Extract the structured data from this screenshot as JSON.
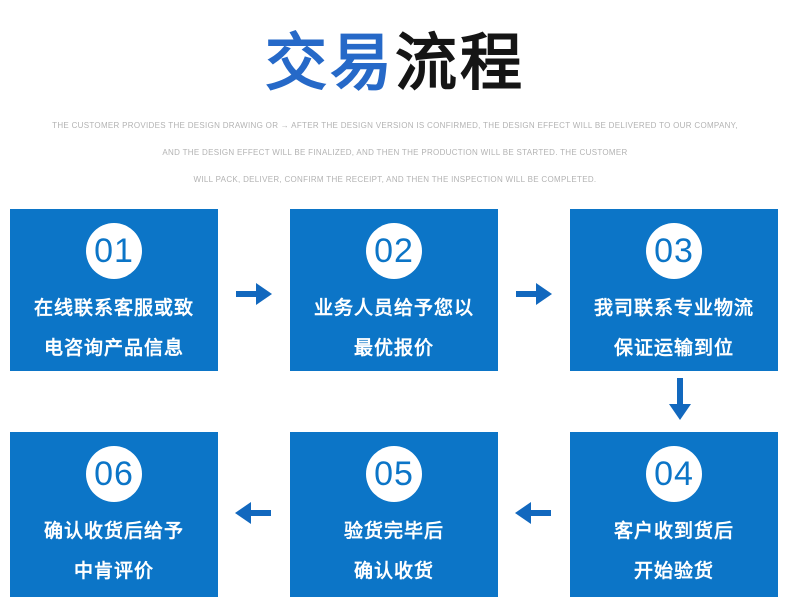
{
  "title": {
    "highlight": "交易",
    "rest": "流程"
  },
  "subtitle": {
    "lines": [
      "THE CUSTOMER PROVIDES THE DESIGN DRAWING OR → AFTER THE DESIGN VERSION IS CONFIRMED, THE DESIGN EFFECT WILL BE DELIVERED TO OUR COMPANY,",
      "AND THE DESIGN EFFECT WILL BE FINALIZED, AND THEN THE PRODUCTION WILL BE STARTED. THE CUSTOMER",
      "WILL PACK, DELIVER, CONFIRM THE RECEIPT, AND THEN THE INSPECTION WILL BE COMPLETED."
    ]
  },
  "steps": [
    {
      "number": "01",
      "line1": "在线联系客服或致",
      "line2": "电咨询产品信息"
    },
    {
      "number": "02",
      "line1": "业务人员给予您以",
      "line2": "最优报价"
    },
    {
      "number": "03",
      "line1": "我司联系专业物流",
      "line2": "保证运输到位"
    },
    {
      "number": "04",
      "line1": "客户收到货后",
      "line2": "开始验货"
    },
    {
      "number": "05",
      "line1": "验货完毕后",
      "line2": "确认收货"
    },
    {
      "number": "06",
      "line1": "确认收货后给予",
      "line2": "中肯评价"
    }
  ],
  "colors": {
    "box_blue": "#0c75c7",
    "arrow_blue": "#1268be",
    "title_blue": "#2669c8",
    "subtitle_gray": "#b3b3b3",
    "title_black": "#151515"
  }
}
